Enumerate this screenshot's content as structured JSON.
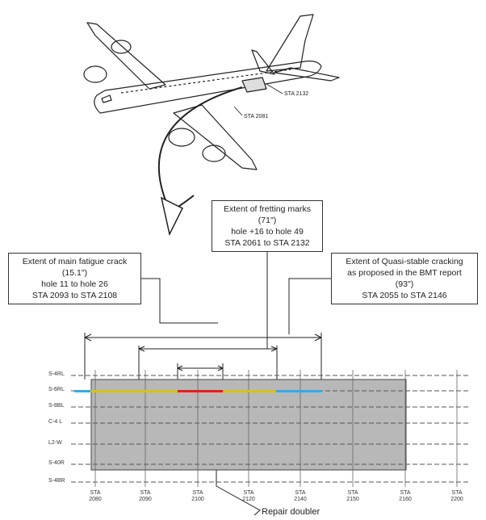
{
  "aircraft": {
    "labels": [
      "STA 2132",
      "STA 2081"
    ]
  },
  "callouts": {
    "fretting": {
      "lines": [
        "Extent of fretting marks",
        "(71\")",
        "hole +16 to hole 49",
        "STA 2061 to STA 2132"
      ]
    },
    "fatigue": {
      "lines": [
        "Extent of main fatigue crack",
        "(15.1\")",
        "hole 11 to hole 26",
        "STA 2093 to STA 2108"
      ]
    },
    "quasi": {
      "lines": [
        "Extent of Quasi-stable cracking",
        "as proposed in the BMT report",
        "(93\")",
        "STA 2055 to STA 2146"
      ]
    }
  },
  "grid": {
    "row_labels": [
      "S-4RL",
      "S-6RL",
      "S-8BL",
      "C-4 L",
      "L2-W",
      "S-40R",
      "S-4BR"
    ],
    "station_labels": [
      [
        "STA",
        "2080"
      ],
      [
        "STA",
        "2090"
      ],
      [
        "STA",
        "2100"
      ],
      [
        "STA",
        "2120"
      ],
      [
        "STA",
        "2140"
      ],
      [
        "STA",
        "2150"
      ],
      [
        "STA",
        "2160"
      ],
      [
        "STA",
        "2200"
      ]
    ],
    "repair_label": "Repair doubler",
    "colors": {
      "patch": "#b8b8b8",
      "crack": "#e02020",
      "fretting": "#d4c020",
      "quasi": "#3aa8e0"
    }
  }
}
